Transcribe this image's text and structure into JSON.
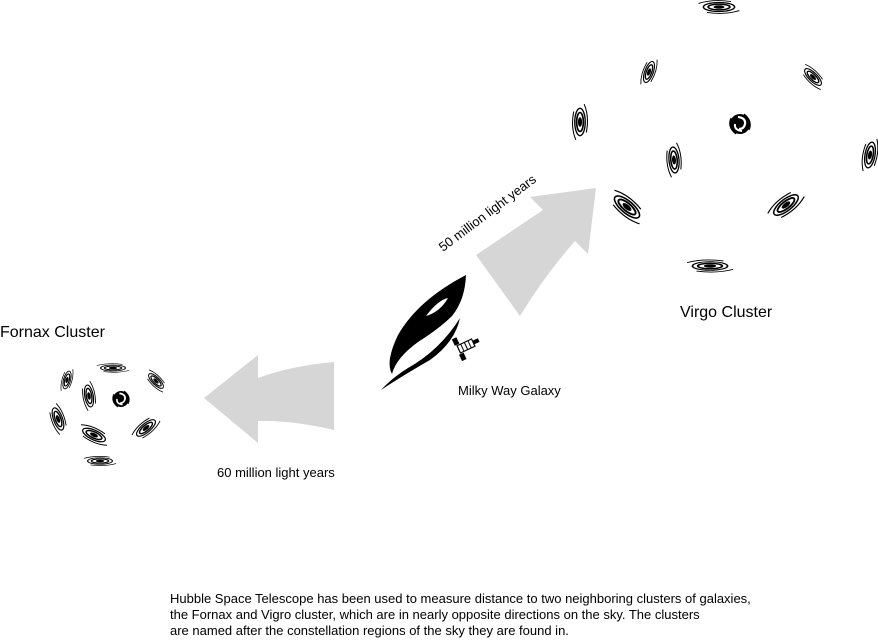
{
  "labels": {
    "fornax": "Fornax Cluster",
    "virgo": "Virgo Cluster",
    "milky_way": "Milky Way Galaxy",
    "distance_virgo": "50 million light years",
    "distance_fornax": "60 million light years"
  },
  "caption": {
    "lines": [
      "Hubble Space Telescope has been used to measure distance to two neighboring clusters of galaxies,",
      "the Fornax and Vigro cluster, which are in nearly opposite directions on the sky. The clusters",
      "are named after the constellation regions of the sky they are found in."
    ]
  },
  "colors": {
    "arrow": "#d6d6d6",
    "ink": "#000000",
    "background": "#ffffff"
  },
  "icons": {
    "galaxy": "spiral-galaxy-icon",
    "telescope": "hubble-telescope-icon"
  }
}
